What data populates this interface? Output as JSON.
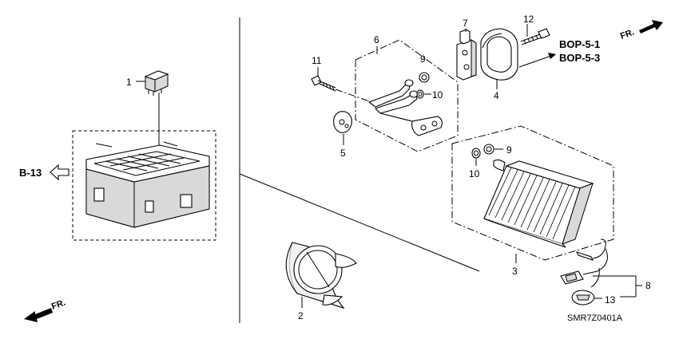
{
  "callouts": {
    "c1": "1",
    "c2": "2",
    "c3": "3",
    "c4": "4",
    "c5": "5",
    "c6": "6",
    "c7": "7",
    "c8": "8",
    "c9a": "9",
    "c9b": "9",
    "c10a": "10",
    "c10b": "10",
    "c11": "11",
    "c12": "12",
    "c13": "13"
  },
  "references": {
    "b13": "B-13",
    "bop51": "BOP-5-1",
    "bop53": "BOP-5-3"
  },
  "direction": {
    "fr_top": "FR.",
    "fr_bottom": "FR."
  },
  "diagram_code": "SMR7Z0401A"
}
